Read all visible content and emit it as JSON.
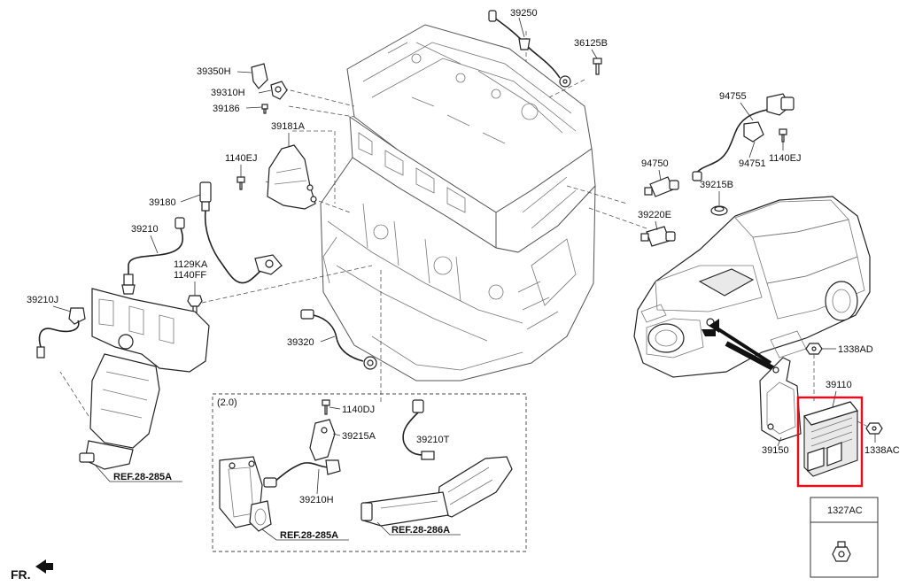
{
  "colors": {
    "highlight": "#e0101e",
    "line": "#222222",
    "text": "#111111"
  },
  "labels": {
    "p39250": "39250",
    "p36125B": "36125B",
    "p39350H": "39350H",
    "p39310H": "39310H",
    "p39186": "39186",
    "p39181A": "39181A",
    "p1140EJ_left": "1140EJ",
    "p39180": "39180",
    "p39210": "39210",
    "p1129KA": "1129KA",
    "p1140FF": "1140FF",
    "p39210J": "39210J",
    "p39320": "39320",
    "p94755": "94755",
    "p94750": "94750",
    "p94751": "94751",
    "p1140EJ_right": "1140EJ",
    "p39215B": "39215B",
    "p39220E": "39220E",
    "p1338AD": "1338AD",
    "p39110": "39110",
    "p39150": "39150",
    "p1338AC": "1338AC",
    "p1327AC": "1327AC",
    "variant": "(2.0)",
    "p1140DJ": "1140DJ",
    "p39215A": "39215A",
    "p39210T": "39210T",
    "p39210H": "39210H",
    "ref_main": "REF.28-285A",
    "ref_inset_a": "REF.28-285A",
    "ref_inset_b": "REF.28-286A",
    "front": "FR."
  }
}
